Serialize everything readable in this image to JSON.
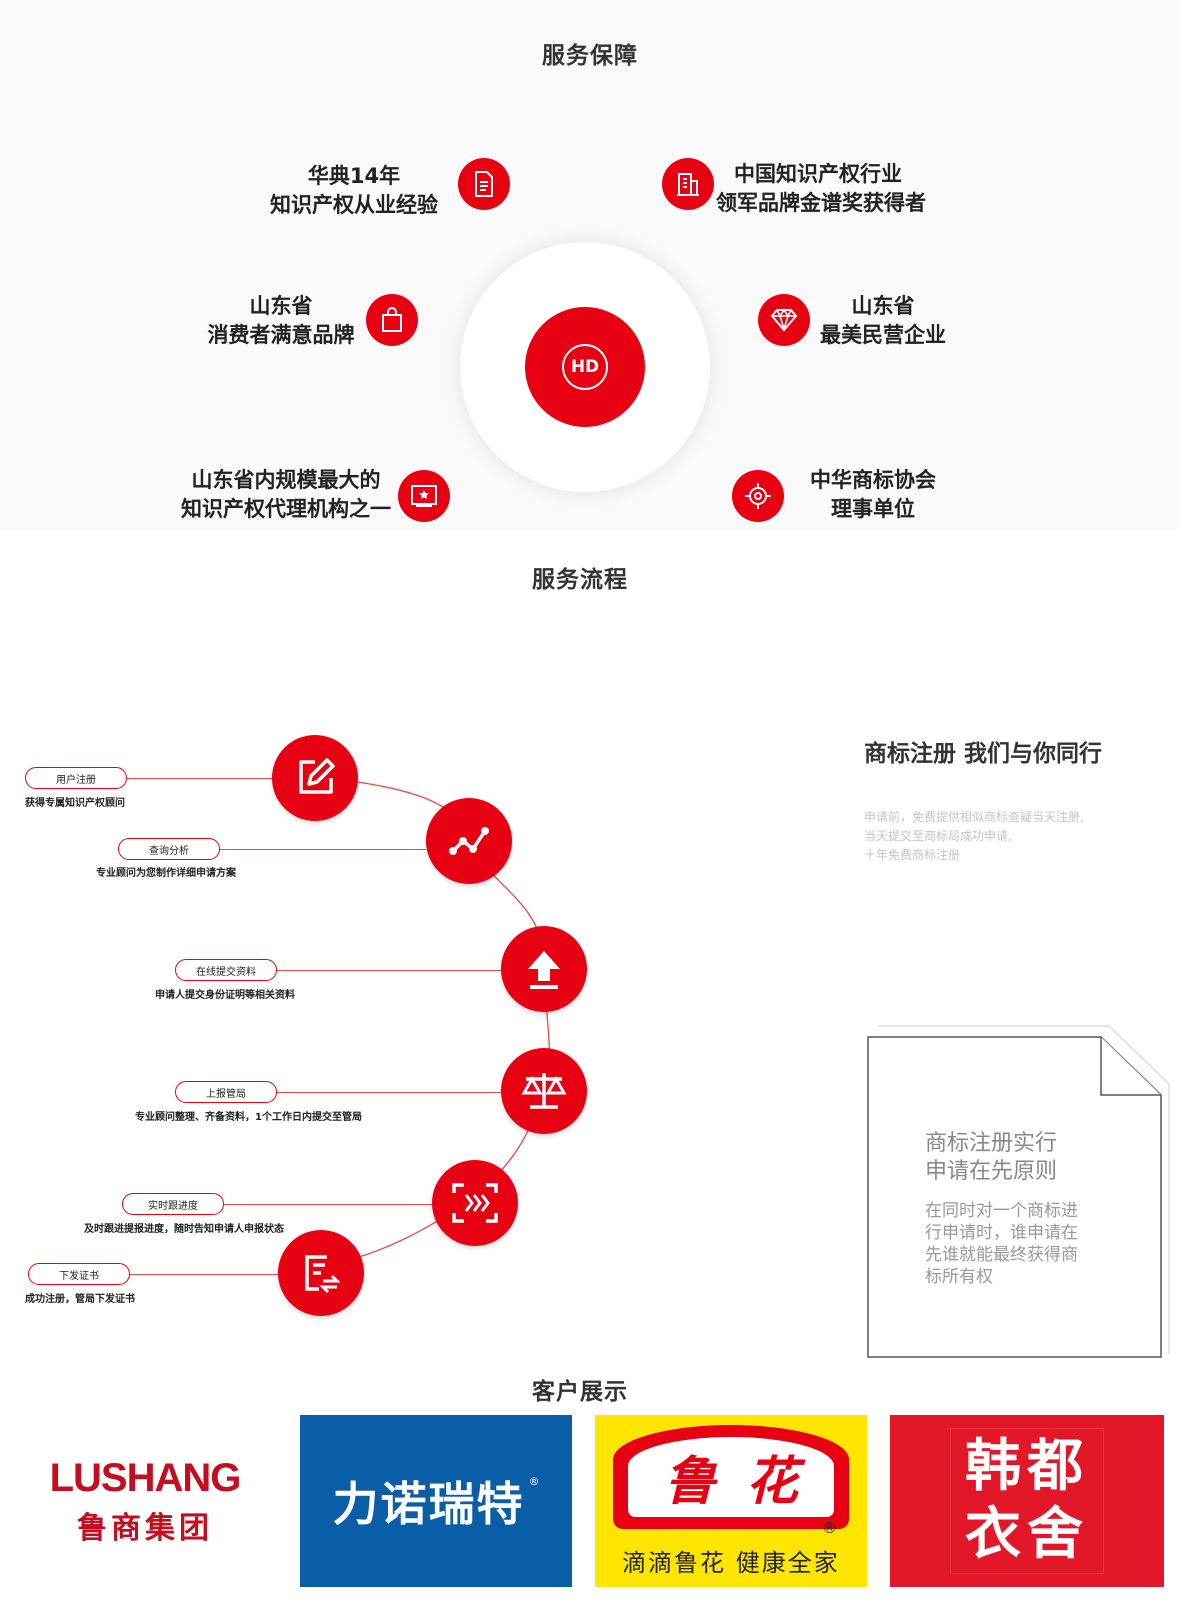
{
  "service_guarantee": {
    "title": "服务保障",
    "center_logo": "HD",
    "items": [
      {
        "line1": "华典14年",
        "line2": "知识产权从业经验",
        "icon": "document-icon"
      },
      {
        "line1": "中国知识产权行业",
        "line2": "领军品牌金谱奖获得者",
        "icon": "building-icon"
      },
      {
        "line1": "山东省",
        "line2": "消费者满意品牌",
        "icon": "shopping-bag-icon"
      },
      {
        "line1": "山东省",
        "line2": "最美民营企业",
        "icon": "diamond-icon"
      },
      {
        "line1": "山东省内规模最大的",
        "line2": "知识产权代理机构之一",
        "icon": "certificate-icon"
      },
      {
        "line1": "中华商标协会",
        "line2": "理事单位",
        "icon": "target-icon"
      }
    ]
  },
  "service_process": {
    "title": "服务流程",
    "steps": [
      {
        "label": "用户注册",
        "desc": "获得专属知识产权顾问",
        "icon": "edit-icon"
      },
      {
        "label": "查询分析",
        "desc": "专业顾问为您制作详细申请方案",
        "icon": "chart-line-icon"
      },
      {
        "label": "在线提交资料",
        "desc": "申请人提交身份证明等相关资料",
        "icon": "upload-icon"
      },
      {
        "label": "上报管局",
        "desc": "专业顾问整理、齐备资料，1个工作日内提交至管局",
        "icon": "scale-icon"
      },
      {
        "label": "实时跟进度",
        "desc": "及时跟进提报进度，随时告知申请人申报状态",
        "icon": "scan-icon"
      },
      {
        "label": "下发证书",
        "desc": "成功注册，管局下发证书",
        "icon": "certificate-form-icon"
      }
    ],
    "tagline": {
      "title": "商标注册 我们与你同行",
      "lines": [
        "申请前，免费提供相似商标查疑当天注册,",
        "当天提交至商标局成功申请,",
        "十年免费商标注册"
      ]
    },
    "principle": {
      "title_line1": "商标注册实行",
      "title_line2": "申请在先原则",
      "body_lines": [
        "在同时对一个商标进",
        "行申请时，谁申请在",
        "先谁就能最终获得商",
        "标所有权"
      ]
    }
  },
  "clients": {
    "title": "客户展示",
    "logos": [
      {
        "name": "LUSHANG",
        "sub": "鲁商集团",
        "color": "#c40d1e"
      },
      {
        "name": "力诺瑞特",
        "registered": "®",
        "bg": "#0a5ea8"
      },
      {
        "name_line1": "鲁",
        "name_line2": "花",
        "registered": "®",
        "slogan": "滴滴鲁花 健康全家",
        "bg": "#ffe500",
        "accent": "#e60012"
      },
      {
        "name_line1": "韩都",
        "name_line2": "衣舍",
        "bg": "#e2182a"
      }
    ]
  },
  "colors": {
    "accent": "#e60012"
  }
}
